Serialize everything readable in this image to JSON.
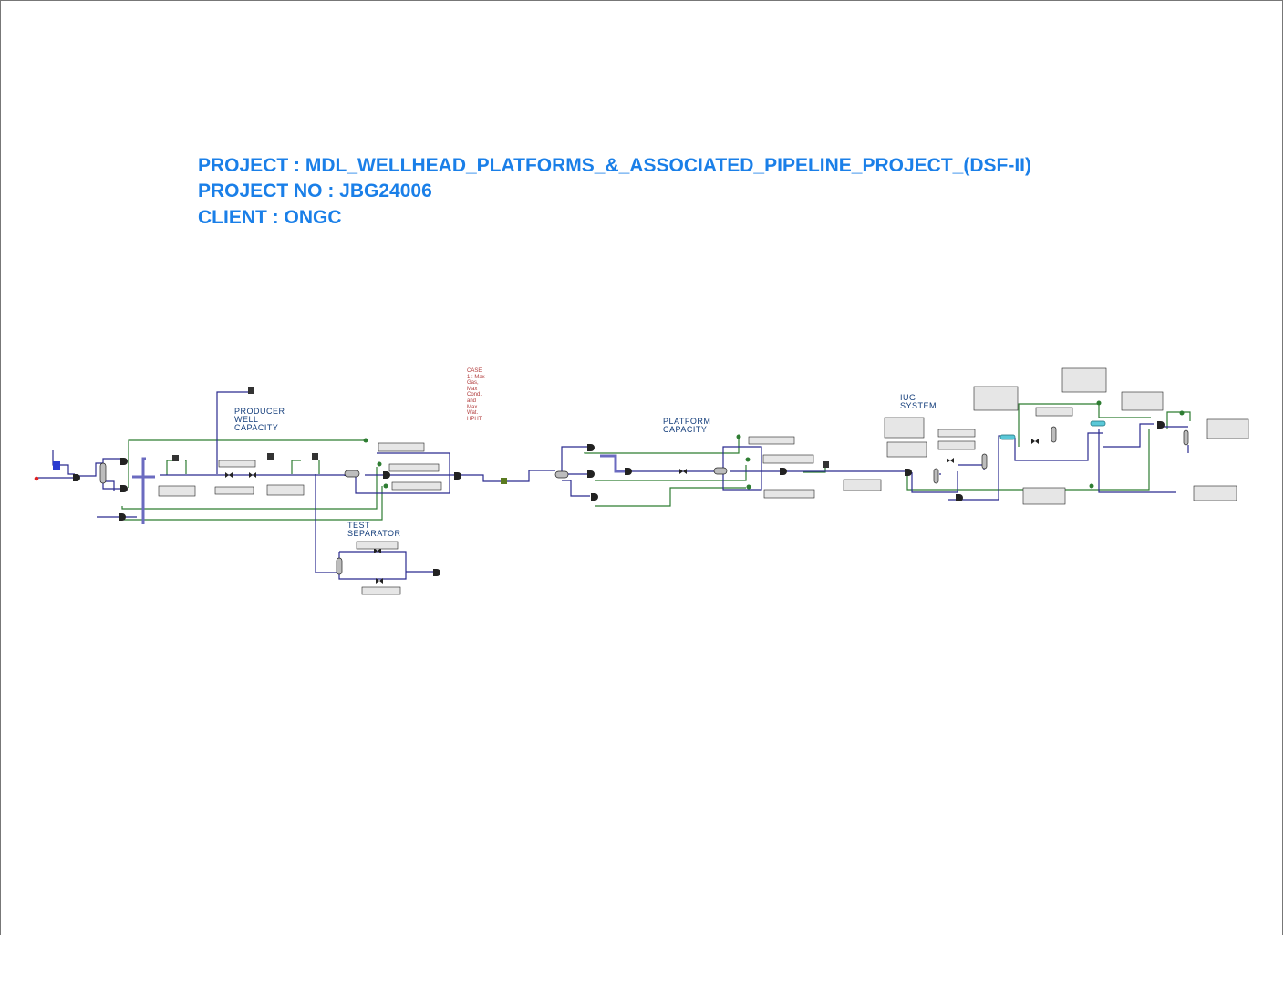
{
  "header": {
    "project": "PROJECT : MDL_WELLHEAD_PLATFORMS_&_ASSOCIATED_PIPELINE_PROJECT_(DSF-II)",
    "project_no": "PROJECT NO : JBG24006",
    "client": "CLIENT : ONGC"
  },
  "diagram": {
    "sections": {
      "producer": "PRODUCER\nWELL\nCAPACITY",
      "test_separator": "TEST\nSEPARATOR",
      "platform": "PLATFORM\nCAPACITY",
      "iug": "IUG\nSYSTEM"
    },
    "case_note": "CASE 1 : Max Gas, Max Cond. and Max Wat. HPHT",
    "colors": {
      "title": "#1a7fe8",
      "material_stream": "#2b2b8f",
      "energy_stream": "#2e7d32",
      "case_note": "#b03a3a",
      "section_label": "#123c7a"
    }
  }
}
